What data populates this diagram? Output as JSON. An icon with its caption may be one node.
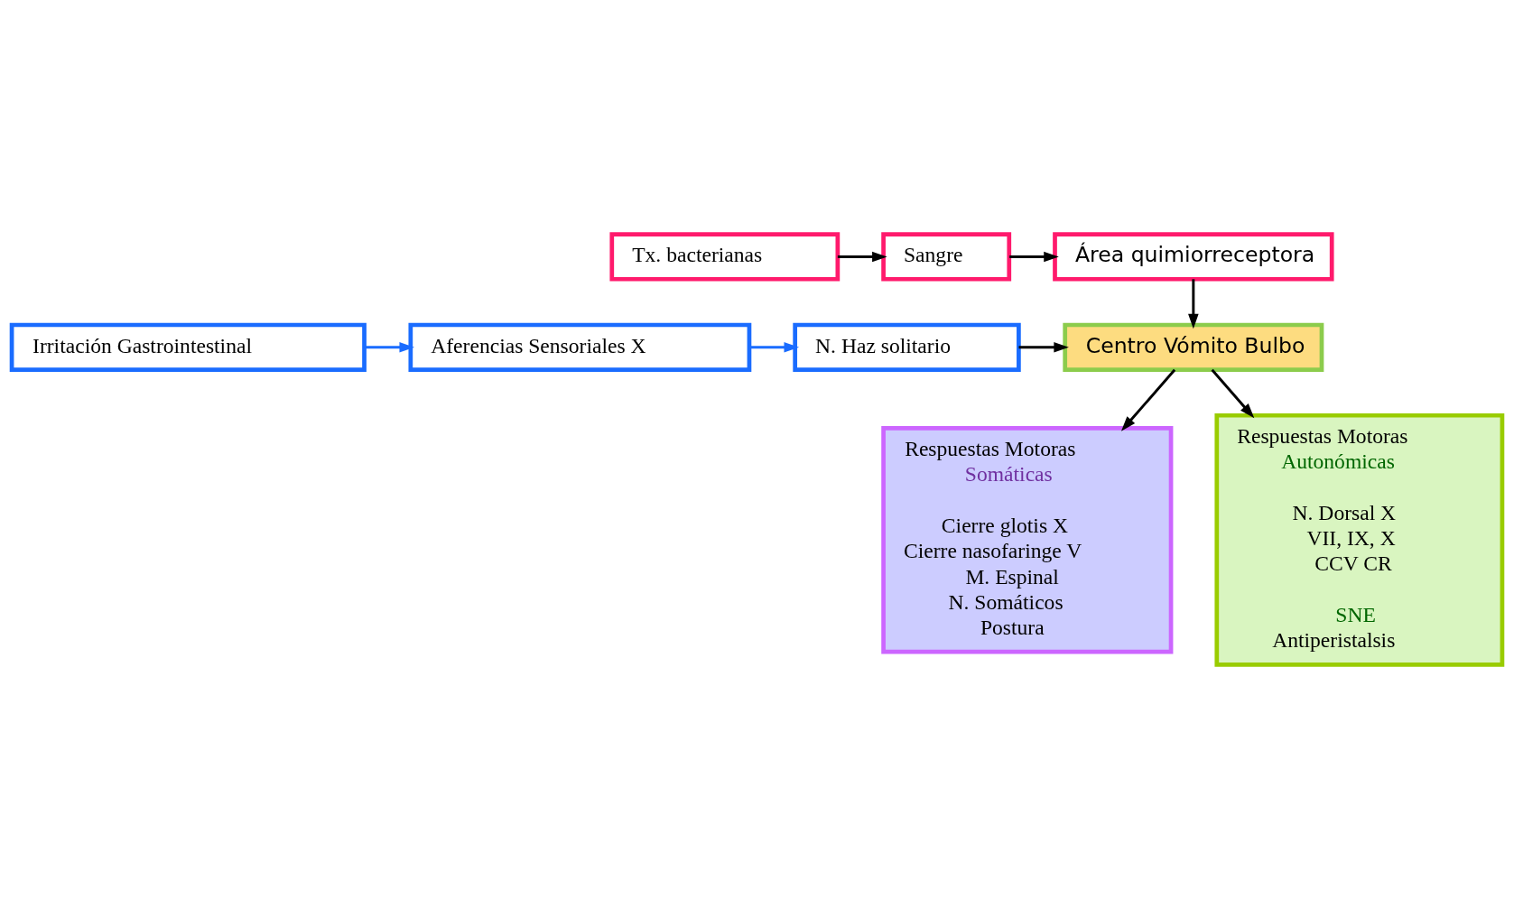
{
  "diagram": {
    "nodes": [
      {
        "text": [
          "Tx. bacterianas"
        ]
      },
      {
        "text": [
          "Sangre"
        ]
      },
      {
        "text": [
          "Área quimiorreceptora"
        ]
      },
      {
        "text": [
          "Irritación Gastrointestinal"
        ]
      },
      {
        "text": [
          "Aferencias Sensoriales X"
        ]
      },
      {
        "text": [
          "N. Haz solitario"
        ]
      },
      {
        "text": [
          "Centro Vómito Bulbo"
        ]
      },
      {
        "text": [
          "Respuestas Motoras",
          "Somáticas",
          "Cierre glotis X",
          "Cierre nasofaringe V",
          "M. Espinal",
          "N. Somáticos",
          "Postura"
        ]
      },
      {
        "text": [
          "Respuestas Motoras",
          "Autonómicas",
          "N. Dorsal X",
          "VII, IX, X",
          "CCV CR",
          "SNE",
          "Antiperistalsis"
        ]
      }
    ],
    "edges": [
      {
        "from": 0,
        "to": 1,
        "arrow": "to"
      },
      {
        "from": 1,
        "to": 2,
        "arrow": "to"
      },
      {
        "from": 2,
        "to": 6,
        "arrow": "to"
      },
      {
        "from": 3,
        "to": 4,
        "arrow": "to",
        "color": "#1a6cff"
      },
      {
        "from": 4,
        "to": 5,
        "arrow": "to",
        "color": "#1a6cff"
      },
      {
        "from": 5,
        "to": 6,
        "arrow": "to"
      },
      {
        "from": 6,
        "to": 7,
        "arrow": "to"
      },
      {
        "from": 6,
        "to": 8,
        "arrow": "to"
      }
    ]
  }
}
